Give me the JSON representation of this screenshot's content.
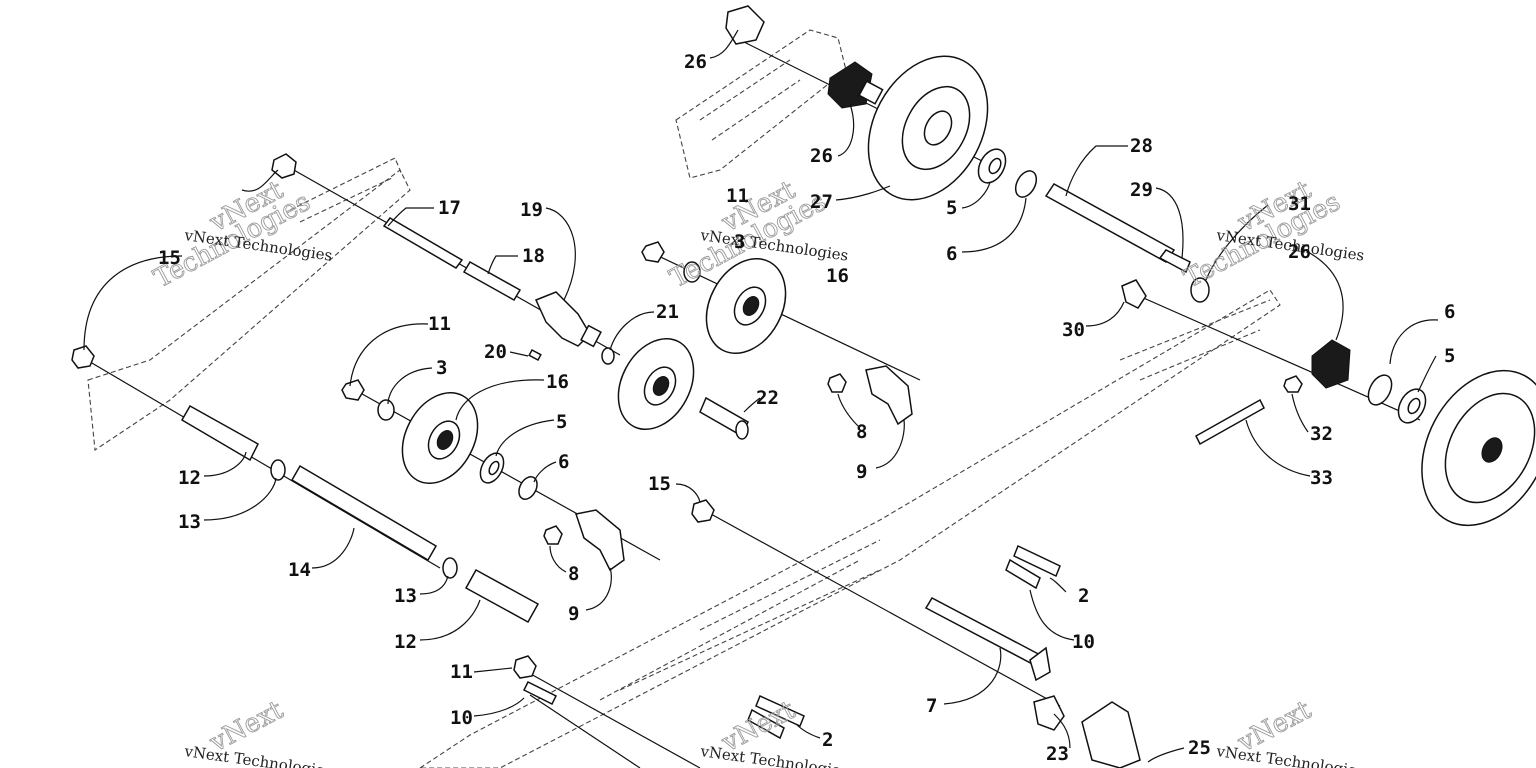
{
  "callouts": {
    "c2a": "2",
    "c2b": "2",
    "c3a": "3",
    "c3b": "3",
    "c5a": "5",
    "c5b": "5",
    "c5c": "5",
    "c6a": "6",
    "c6b": "6",
    "c6c": "6",
    "c7": "7",
    "c8a": "8",
    "c8b": "8",
    "c9a": "9",
    "c9b": "9",
    "c10a": "10",
    "c10b": "10",
    "c11a": "11",
    "c11b": "11",
    "c11c": "11",
    "c12a": "12",
    "c12b": "12",
    "c13a": "13",
    "c13b": "13",
    "c14": "14",
    "c15a": "15",
    "c15b": "15",
    "c16a": "16",
    "c16b": "16",
    "c17": "17",
    "c18": "18",
    "c19": "19",
    "c20": "20",
    "c21": "21",
    "c22": "22",
    "c23": "23",
    "c25": "25",
    "c26a": "26",
    "c26b": "26",
    "c26c": "26",
    "c27": "27",
    "c28": "28",
    "c29": "29",
    "c30": "30",
    "c31": "31",
    "c32": "32",
    "c33": "33"
  },
  "watermark": {
    "brand": "vNext",
    "brand_word": "Technologies",
    "full": "vNext Technologies"
  }
}
